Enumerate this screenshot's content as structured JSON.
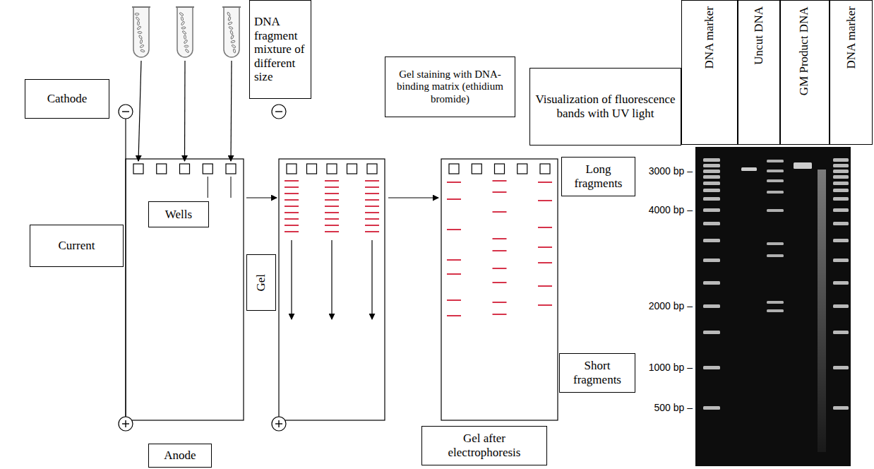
{
  "diagram": {
    "nodes": [
      {
        "text": [
          "Cathode"
        ]
      },
      {
        "text": [
          "DNA fragment mixture of different size"
        ]
      },
      {
        "text": [
          "Gel staining with DNA-binding matrix (ethidium bromide)"
        ]
      },
      {
        "text": [
          "Visualization of fluorescence bands with UV light"
        ]
      },
      {
        "text": [
          "DNA marker"
        ]
      },
      {
        "text": [
          "Uncut DNA"
        ]
      },
      {
        "text": [
          "GM Product DNA"
        ]
      },
      {
        "text": [
          "DNA marker"
        ]
      },
      {
        "text": [
          "Long fragments"
        ]
      },
      {
        "text": [
          "Current"
        ]
      },
      {
        "text": [
          "Wells"
        ]
      },
      {
        "text": [
          "Gel"
        ]
      },
      {
        "text": [
          "Short fragments"
        ]
      },
      {
        "text": [
          "Gel after electrophoresis"
        ]
      },
      {
        "text": [
          "Anode"
        ]
      }
    ],
    "labels": [
      "3000 bp –",
      "4000 bp –",
      "2000 bp –",
      "1000 bp –",
      "500 bp –"
    ]
  }
}
